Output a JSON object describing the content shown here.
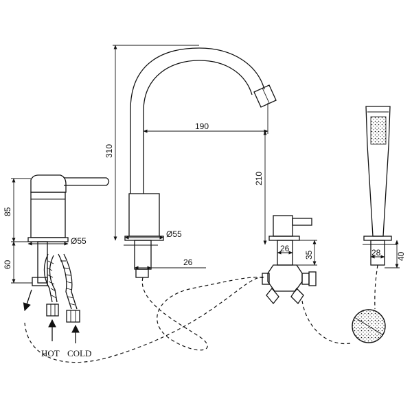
{
  "dimensions": {
    "mixer_height": "85",
    "mixer_dia": "Ø55",
    "mixer_below": "60",
    "spout_height": "310",
    "spout_reach": "190",
    "spout_clearance": "210",
    "spout_dia": "Ø55",
    "spout_shank": "26",
    "diverter_shank": "26",
    "diverter_height": "35",
    "handset_holder": "28",
    "handset_holder_h": "40"
  },
  "labels": {
    "hot": "HOT",
    "cold": "COLD"
  }
}
